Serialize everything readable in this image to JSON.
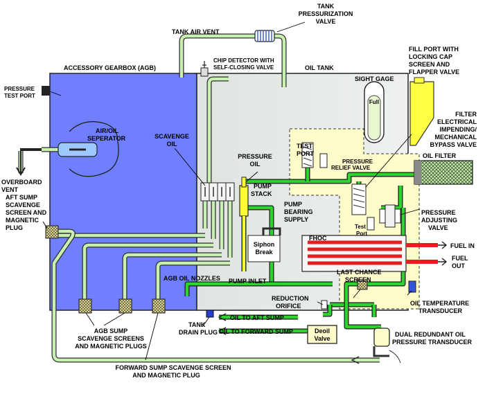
{
  "labels": {
    "tank_air_vent": "TANK AIR VENT",
    "tank_press_valve_1": "TANK",
    "tank_press_valve_2": "PRESSURIZATION",
    "tank_press_valve_3": "VALVE",
    "chip_detector_1": "CHIP DETECTOR WITH",
    "chip_detector_2": "SELF-CLOSING VALVE",
    "fill_port_1": "FILL PORT WITH",
    "fill_port_2": "LOCKING CAP",
    "fill_port_3": "SCREEN AND",
    "fill_port_4": "FLAPPER VALVE",
    "agb": "ACCESSORY GEARBOX (AGB)",
    "oil_tank": "OIL TANK",
    "pressure_test_port_1": "PRESSURE",
    "pressure_test_port_2": "TEST PORT",
    "sight_gage": "SIGHT GAGE",
    "full": "Full",
    "filter_1": "FILTER",
    "filter_2": "ELECTRICAL",
    "filter_3": "IMPENDING/",
    "filter_4": "MECHANICAL",
    "filter_5": "BYPASS VALVE",
    "air_oil_1": "AIR/OIL",
    "air_oil_2": "SEPERATOR",
    "scavenge_oil_1": "SCAVENGE",
    "scavenge_oil_2": "OIL",
    "test_port_1": "TEST",
    "test_port_2": "PORT",
    "pressure_oil_1": "PRESSURE",
    "pressure_oil_2": "OIL",
    "pressure_relief_1": "PRESSURE",
    "pressure_relief_2": "RELIEF VALVE",
    "oil_filter": "OIL FILTER",
    "overboard_vent_1": "OVERBOARD",
    "overboard_vent_2": "VENT",
    "pump_stack_1": "PUMP",
    "pump_stack_2": "STACK",
    "pump_bearing_1": "PUMP",
    "pump_bearing_2": "BEARING",
    "pump_bearing_3": "SUPPLY",
    "aft_sump_1": "AFT SUMP",
    "aft_sump_2": "SCAVENGE",
    "aft_sump_3": "SCREEN AND",
    "aft_sump_4": "MAGNETIC",
    "aft_sump_5": "PLUG",
    "test_port_b_1": "Test",
    "test_port_b_2": "Port",
    "pressure_adj_1": "PRESSURE",
    "pressure_adj_2": "ADJUSTING",
    "pressure_adj_3": "VALVE",
    "siphon_1": "Siphon",
    "siphon_2": "Break",
    "fhoc": "FHOC",
    "fuel_in": "FUEL IN",
    "fuel_out_1": "FUEL",
    "fuel_out_2": "OUT",
    "agb_oil_nozzles": "AGB OIL NOZZLES",
    "pump_inlet": "PUMP INLET",
    "last_chance_1": "LAST CHANCE",
    "last_chance_2": "SCREEN",
    "reduction_1": "REDUCTION",
    "reduction_2": "ORIFICE",
    "oil_temp_1": "OIL TEMPERATURE",
    "oil_temp_2": "TRANSDUCER",
    "tank_drain_1": "TANK",
    "tank_drain_2": "DRAIN PLUG",
    "oil_to_aft": "OIL TO AFT SUMP",
    "oil_to_forward": "OIL TO FORWARD SUMP",
    "deoil_1": "Deoil",
    "deoil_2": "Valve",
    "dual_redundant_1": "DUAL REDUNDANT OIL",
    "dual_redundant_2": "PRESSURE TRANSDUCER",
    "agb_sump_1": "AGB SUMP",
    "agb_sump_2": "SCAVENGE SCREENS",
    "agb_sump_3": "AND MAGNETIC PLUGS",
    "forward_sump_1": "FORWARD SUMP SCAVENGE SCREEN",
    "forward_sump_2": "AND MAGNETIC PLUG"
  },
  "colors": {
    "agb_fill": "#6f7fff",
    "tank_fill": "#e4e8e6",
    "scavenge_line": "#c8f0b0",
    "pressure_line": "#2fd32f",
    "filter_box_fill": "#fffccc",
    "fill_port": "#ffff44",
    "fhoc_red": "#e02020",
    "pump_yellow": "#ffff33",
    "screen_fill": "#f2e890",
    "drain_plug": "#2a3fcc",
    "temp_transducer": "#3355dd"
  }
}
